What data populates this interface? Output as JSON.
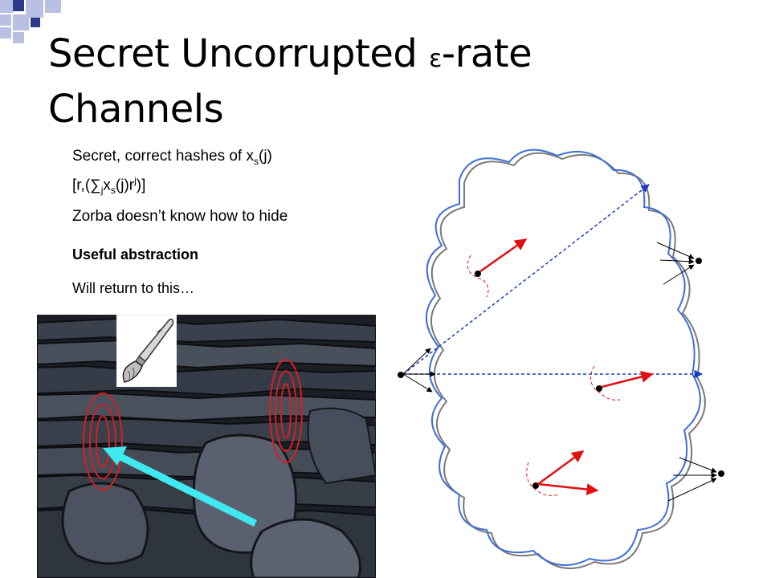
{
  "slide": {
    "title_line1_before": "Secret Uncorrupted ",
    "title_epsilon": "ε",
    "title_line1_after": "-rate",
    "title_line2": "Channels",
    "b1_prefix": "Secret, correct hashes of x",
    "b1_sub": "s",
    "b1_suffix": "(j)",
    "b2_p1": "[r,(∑",
    "b2_sub1": "j",
    "b2_p2": "x",
    "b2_sub2": "s",
    "b2_p3": "(j)r",
    "b2_sup": "j",
    "b2_p4": ")]",
    "b3": "Zorba doesn’t know how to hide",
    "b4": "Useful abstraction",
    "b5": "Will return to this…"
  },
  "colors": {
    "deco_dark": "#2e3a87",
    "deco_light": "#b9c0e3",
    "cloud_blue": "#3f6fd8",
    "cloud_gray": "#7a7a7a",
    "arrow_red": "#e01010",
    "dashed_blue": "#1c3cc4",
    "highlight_cyan": "#40e8f0",
    "ellipse_red": "#d42020"
  },
  "icons": {
    "brush": "paint-brush-icon"
  }
}
